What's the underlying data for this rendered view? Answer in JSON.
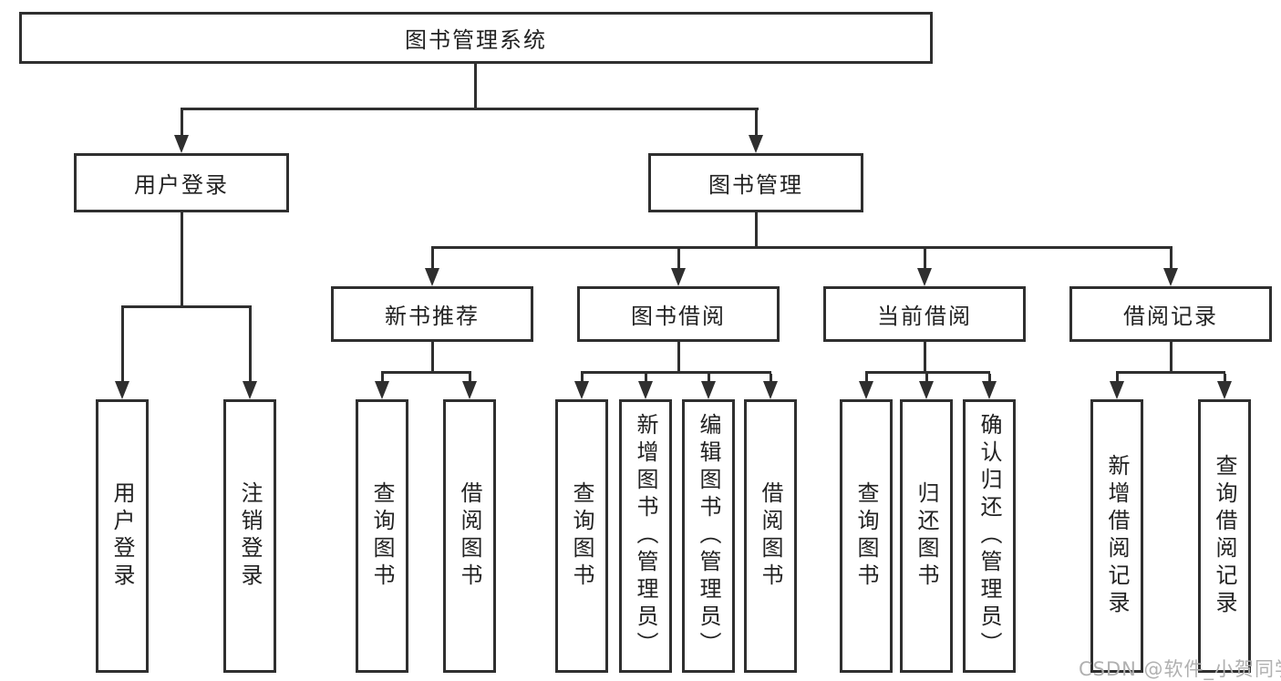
{
  "tree": {
    "label": "图书管理系统",
    "children": [
      {
        "label": "用户登录",
        "children": [
          {
            "label": "用户登录"
          },
          {
            "label": "注销登录"
          }
        ]
      },
      {
        "label": "图书管理",
        "children": [
          {
            "label": "新书推荐",
            "children": [
              {
                "label": "查询图书"
              },
              {
                "label": "借阅图书"
              }
            ]
          },
          {
            "label": "图书借阅",
            "children": [
              {
                "label": "查询图书"
              },
              {
                "label": "新增图书（管理员）"
              },
              {
                "label": "编辑图书（管理员）"
              },
              {
                "label": "借阅图书"
              }
            ]
          },
          {
            "label": "当前借阅",
            "children": [
              {
                "label": "查询图书"
              },
              {
                "label": "归还图书"
              },
              {
                "label": "确认归还（管理员）"
              }
            ]
          },
          {
            "label": "借阅记录",
            "children": [
              {
                "label": "新增借阅记录"
              },
              {
                "label": "查询借阅记录"
              }
            ]
          }
        ]
      }
    ]
  },
  "watermark": {
    "text": "CSDN @软件_小贺同学"
  },
  "colors": {
    "line": "#2f2f2f",
    "text": "#222222",
    "watermark": "#b0b0b0",
    "background": "#ffffff"
  }
}
